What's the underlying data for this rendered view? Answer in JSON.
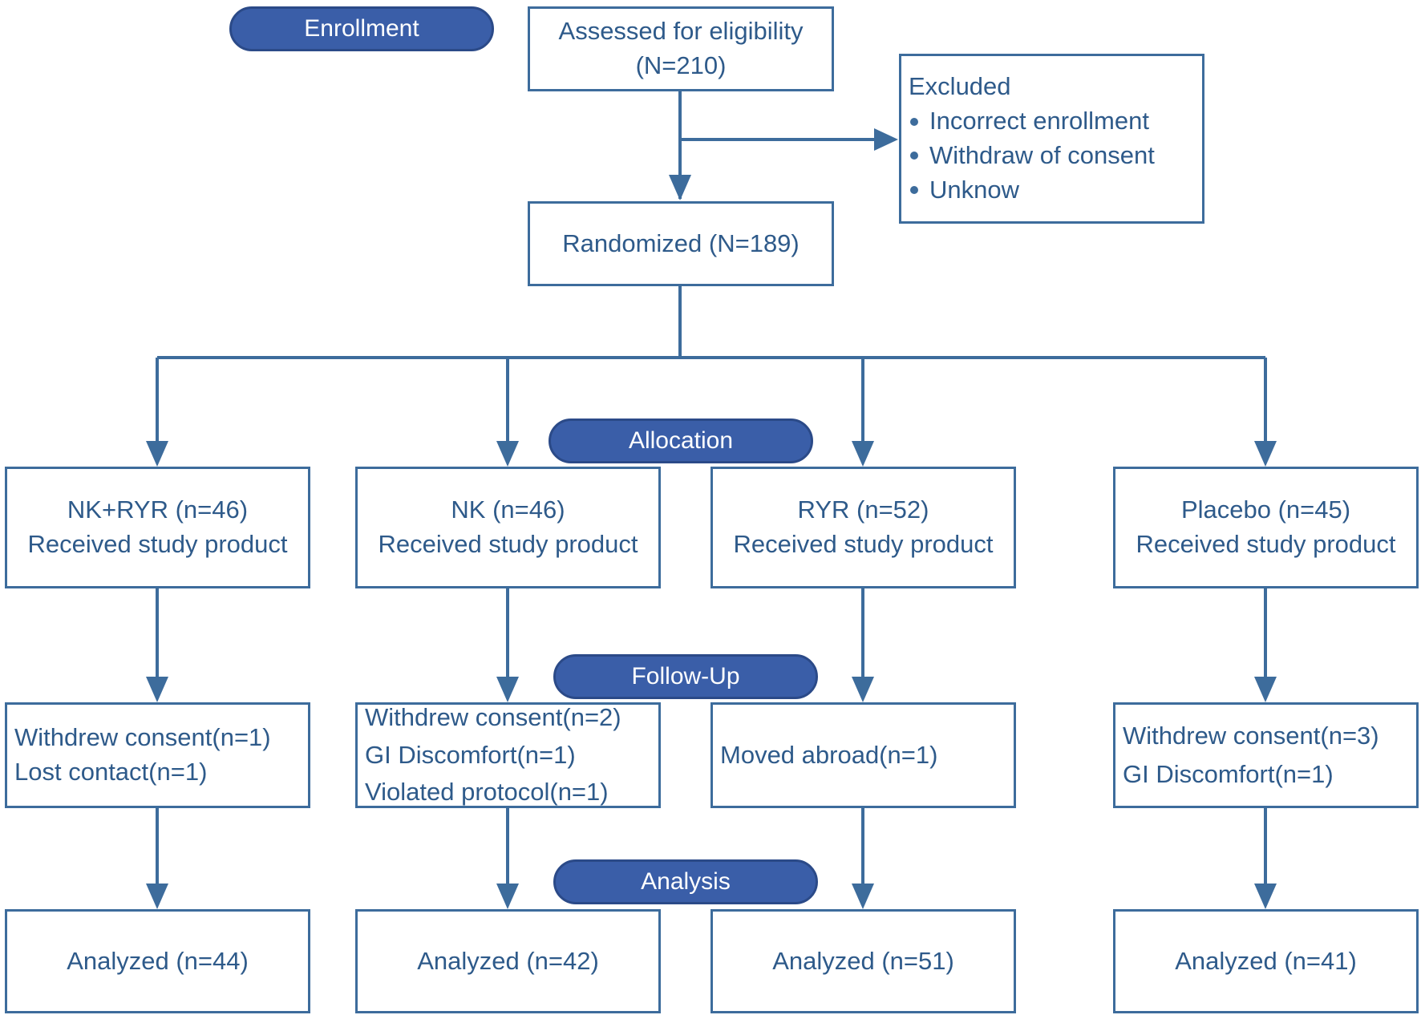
{
  "phases": {
    "enrollment": "Enrollment",
    "allocation": "Allocation",
    "followup": "Follow-Up",
    "analysis": "Analysis"
  },
  "assessed": {
    "line1": "Assessed for eligibility",
    "line2": "(N=210)"
  },
  "excluded": {
    "title": "Excluded",
    "items": [
      "Incorrect enrollment",
      "Withdraw of consent",
      "Unknow"
    ]
  },
  "randomized": "Randomized (N=189)",
  "arms": [
    {
      "name": "NK+RYR (n=46)",
      "received": "Received study product",
      "followup": [
        "Withdrew consent(n=1)",
        "Lost contact(n=1)"
      ],
      "analyzed": "Analyzed (n=44)"
    },
    {
      "name": "NK (n=46)",
      "received": "Received study product",
      "followup": [
        "Withdrew consent(n=2)",
        "GI Discomfort(n=1)",
        "Violated protocol(n=1)"
      ],
      "analyzed": "Analyzed (n=42)"
    },
    {
      "name": "RYR (n=52)",
      "received": "Received study product",
      "followup": [
        "Moved abroad(n=1)"
      ],
      "analyzed": "Analyzed (n=51)"
    },
    {
      "name": "Placebo (n=45)",
      "received": "Received study product",
      "followup": [
        "Withdrew consent(n=3)",
        "GI Discomfort(n=1)"
      ],
      "analyzed": "Analyzed (n=41)"
    }
  ],
  "colors": {
    "line": "#3d6c9c",
    "pill": "#3a5ea8",
    "text": "#2e5a8a"
  }
}
